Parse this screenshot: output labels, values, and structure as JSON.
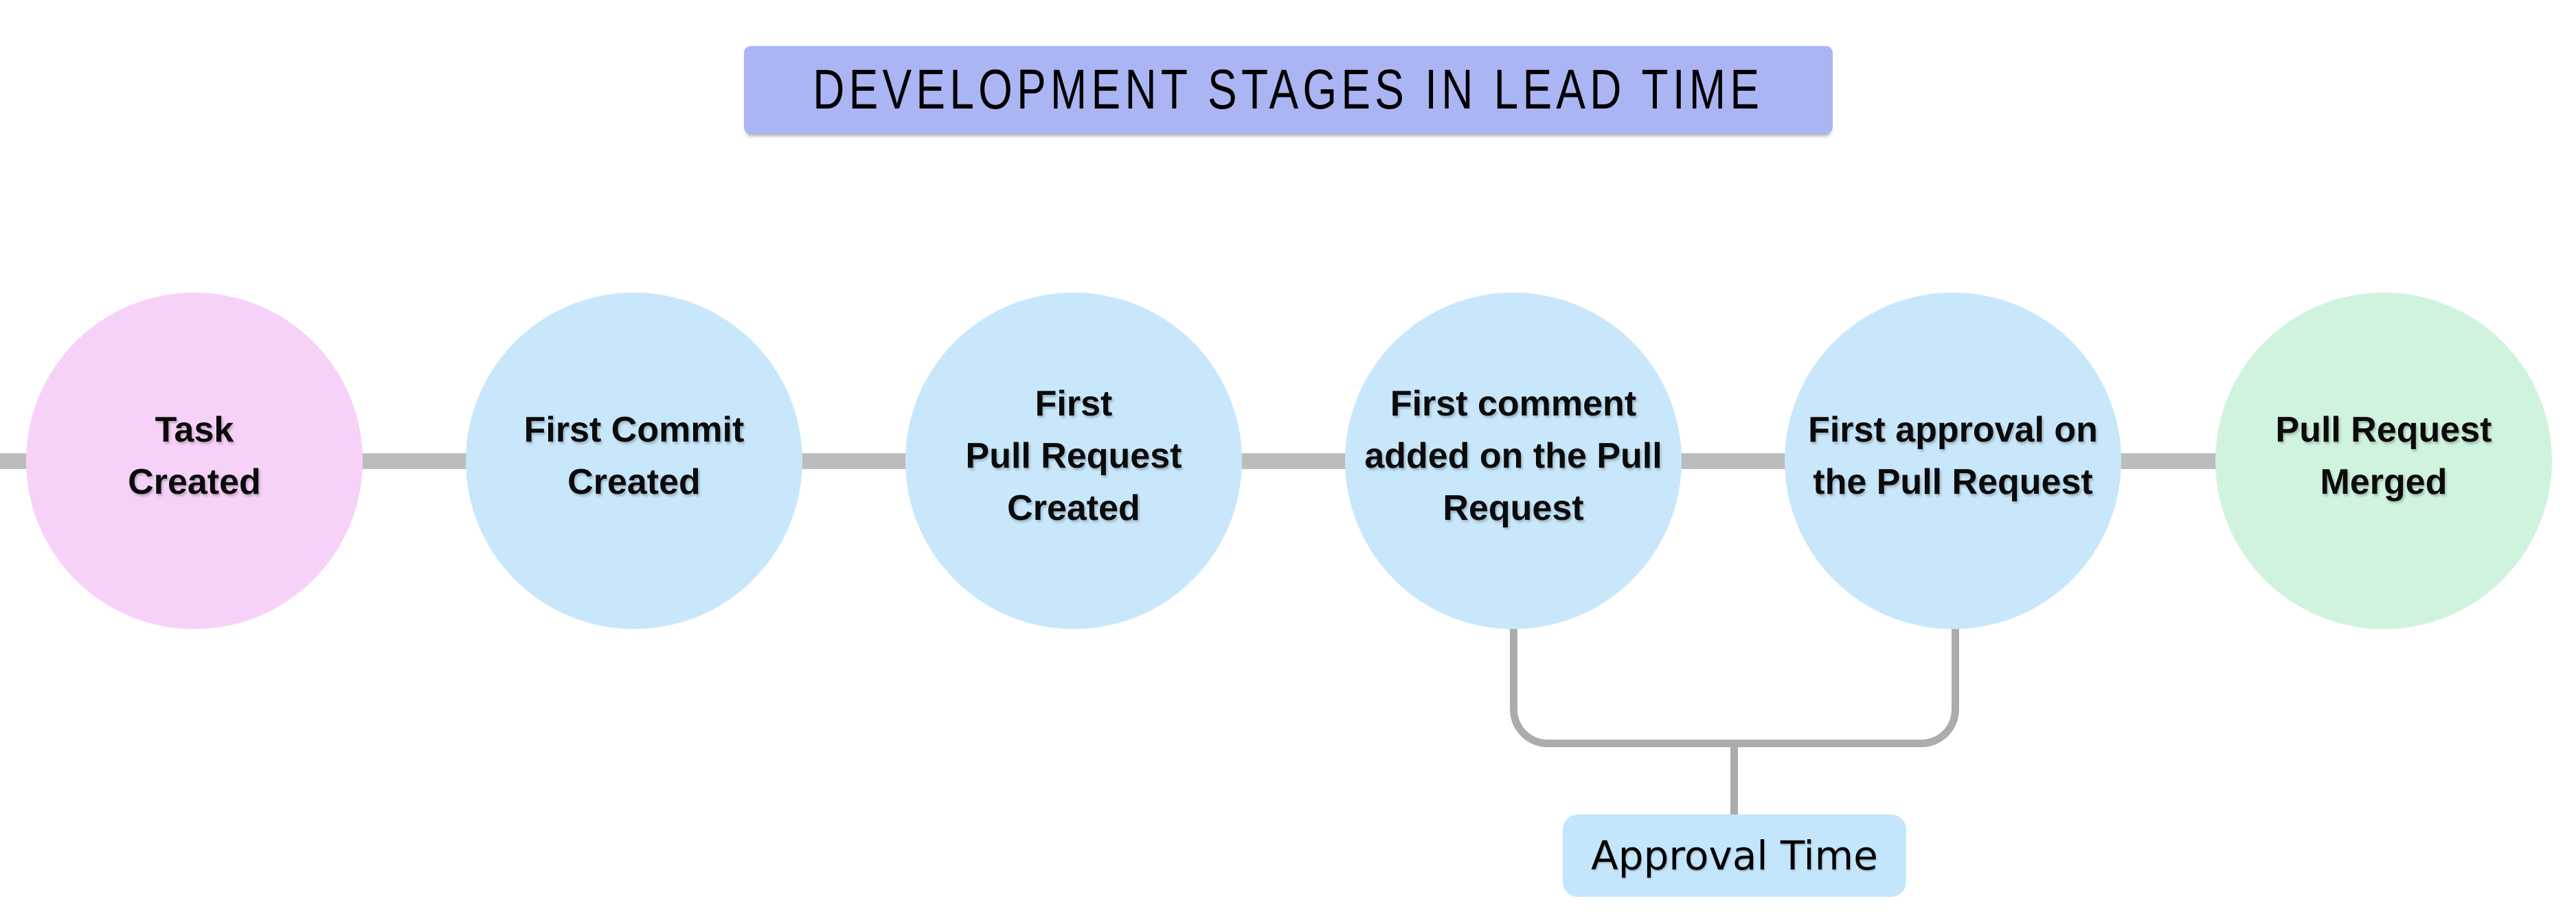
{
  "title": {
    "label": "DEVELOPMENT STAGES IN LEAD TIME"
  },
  "timeline": {
    "stages": [
      {
        "id": "task-created",
        "label": "Task\nCreated",
        "fill": "#f7d2f8"
      },
      {
        "id": "first-commit-created",
        "label": "First Commit\nCreated",
        "fill": "#c8e7fb"
      },
      {
        "id": "first-pull-request-created",
        "label": "First\nPull Request\nCreated",
        "fill": "#c8e7fb"
      },
      {
        "id": "first-comment-added",
        "label": "First comment\nadded on the Pull\nRequest",
        "fill": "#c8e7fb"
      },
      {
        "id": "first-approval",
        "label": "First approval on\nthe Pull Request",
        "fill": "#c8e7fb"
      },
      {
        "id": "pull-request-merged",
        "label": "Pull Request\nMerged",
        "fill": "#d0f3dd"
      }
    ]
  },
  "annotation": {
    "label": "Approval Time",
    "fill": "#c3e6fc"
  },
  "colors": {
    "background": "#ffffff",
    "title_bg": "#abb5f3",
    "connector": "#bcbcbc",
    "bracket": "#acacac",
    "text": "#0b0b0b"
  }
}
